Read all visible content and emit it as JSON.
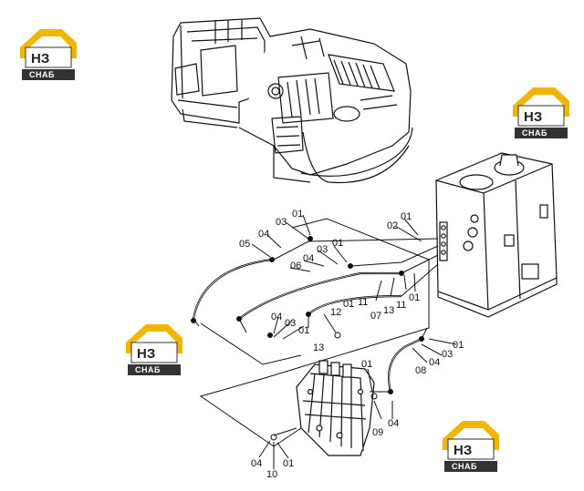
{
  "watermark": {
    "mark": "НЗ",
    "word": "СНАБ",
    "accent": "#f2b500",
    "dark": "#333333"
  },
  "labels": {
    "l01_a": "01",
    "l03_a": "03",
    "l04_a": "04",
    "l05": "05",
    "l02": "02",
    "l01_b": "01",
    "l01_c": "01",
    "l03_b": "03",
    "l04_b": "04",
    "l06": "06",
    "l04_c": "04",
    "l03_c": "03",
    "l01_d": "01",
    "l12": "12",
    "l01_e": "01",
    "l11_a": "11",
    "l13_a": "13",
    "l07": "07",
    "l13_b": "13",
    "l11_b": "11",
    "l01_f": "01",
    "l08": "08",
    "l04_d": "04",
    "l03_d": "03",
    "l01_g": "01",
    "l01_h": "01",
    "l09": "09",
    "l04_e": "04",
    "l04_f": "04",
    "l10": "10",
    "l01_i": "01"
  }
}
